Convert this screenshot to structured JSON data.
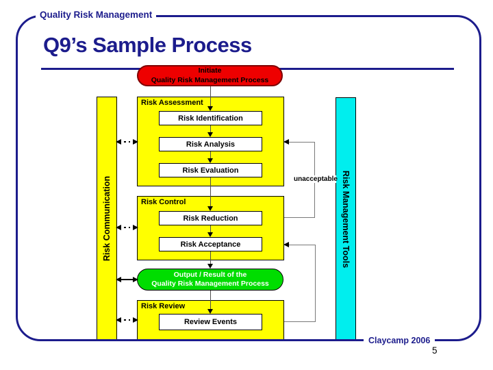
{
  "slide": {
    "legend": "Quality Risk Management",
    "title": "Q9’s Sample Process",
    "credit": "Claycamp 2006",
    "page_number": "5",
    "colors": {
      "navy": "#1c1c8c",
      "red": "#ee0000",
      "green": "#00dd00",
      "yellow": "#ffff00",
      "cyan": "#00eeee",
      "loop_gray": "#787878"
    }
  },
  "diagram": {
    "start_node": {
      "line1": "Initiate",
      "line2": "Quality Risk Management Process"
    },
    "output_node": {
      "line1": "Output / Result of the",
      "line2": "Quality Risk Management Process"
    },
    "left_bar_label": "Risk Communication",
    "right_bar_label": "Risk Management Tools",
    "groups": [
      {
        "label": "Risk Assessment",
        "steps": [
          "Risk Identification",
          "Risk Analysis",
          "Risk Evaluation"
        ]
      },
      {
        "label": "Risk Control",
        "steps": [
          "Risk Reduction",
          "Risk Acceptance"
        ]
      },
      {
        "label": "Risk Review",
        "steps": [
          "Review Events"
        ]
      }
    ],
    "feedback_label": "unacceptable"
  }
}
